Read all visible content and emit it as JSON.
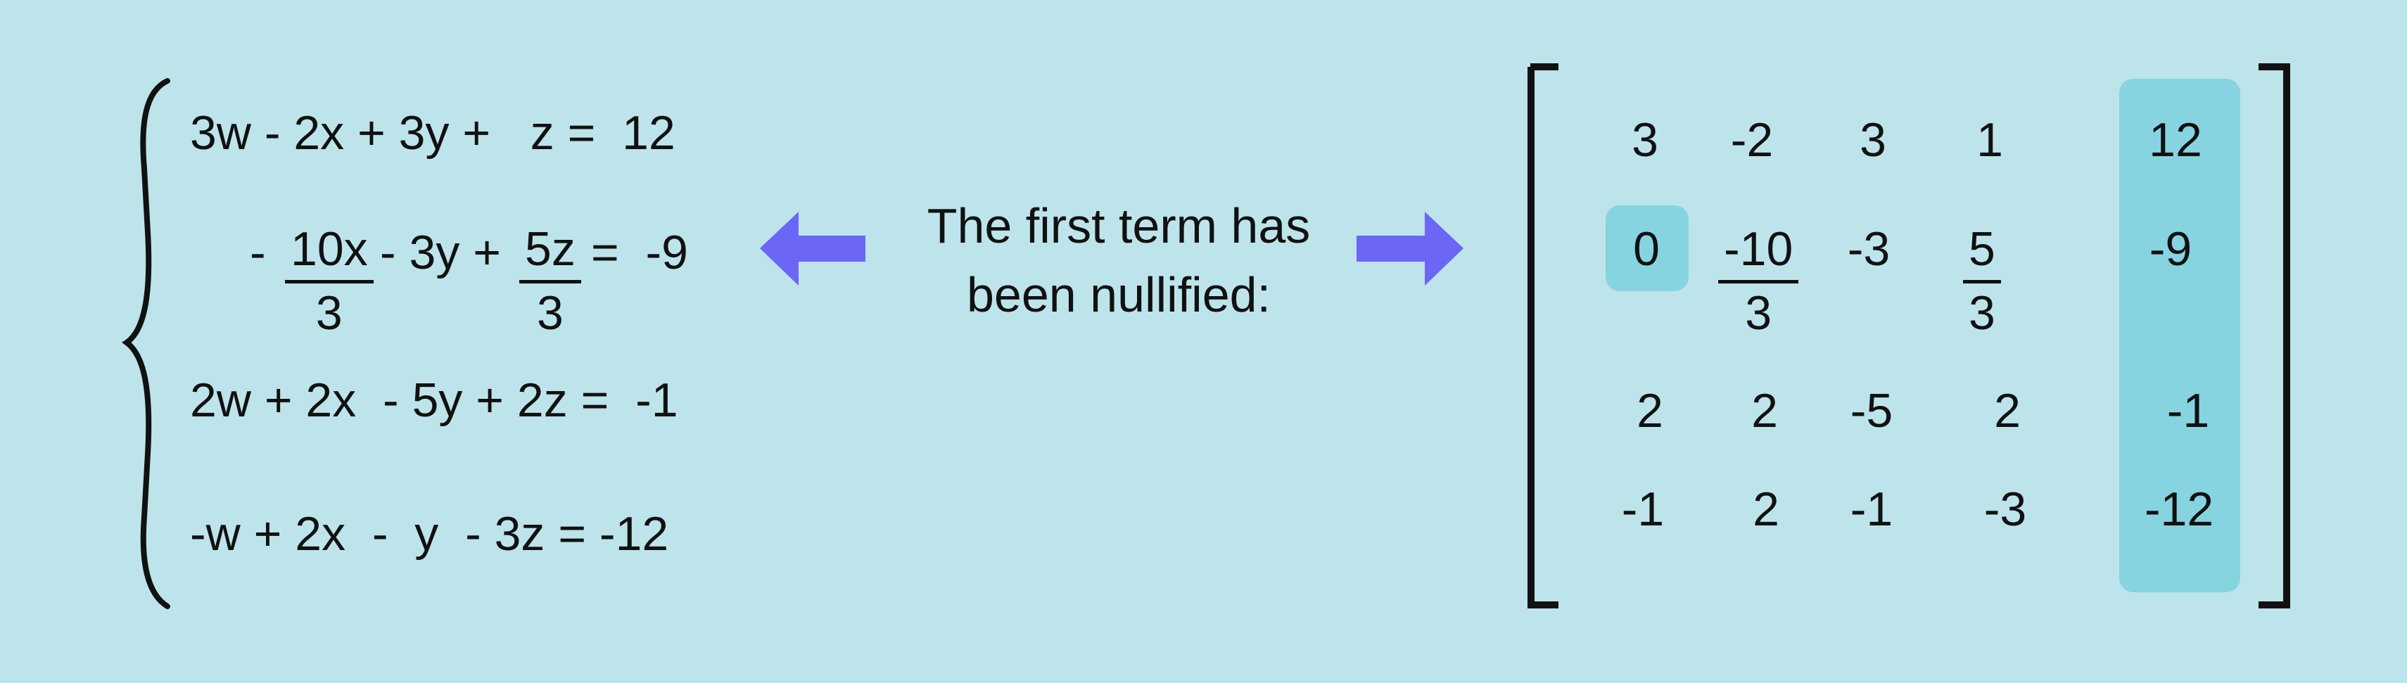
{
  "system": {
    "eq1": "3w - 2x + 3y +   z =  12",
    "eq2": {
      "lead": "-",
      "frac1_num": "10x",
      "frac1_den": "3",
      "middle": "- 3y +",
      "frac2_num": "5z",
      "frac2_den": "3",
      "tail": "=  -9"
    },
    "eq3": "2w + 2x  - 5y + 2z =  -1",
    "eq4": "-w + 2x  -  y  - 3z = -12"
  },
  "message": {
    "line1": "The first term has",
    "line2": "been nullified:"
  },
  "matrix": {
    "row1": [
      "3",
      "-2",
      "3",
      "1",
      "12"
    ],
    "row2": {
      "c1": "0",
      "c2_num": "-10",
      "c2_den": "3",
      "c3": "-3",
      "c4_num": "5",
      "c4_den": "3",
      "c5": "-9"
    },
    "row3": [
      "2",
      "2",
      "-5",
      "2",
      "-1"
    ],
    "row4": [
      "-1",
      "2",
      "-1",
      "-3",
      "-12"
    ]
  },
  "colors": {
    "background": "#bde4ea",
    "highlight": "#86d4e0",
    "arrow": "#6b66f5",
    "ink": "#111111"
  },
  "icons": [
    "brace-icon",
    "arrow-left-icon",
    "arrow-right-icon",
    "bracket-left-icon",
    "bracket-right-icon"
  ]
}
